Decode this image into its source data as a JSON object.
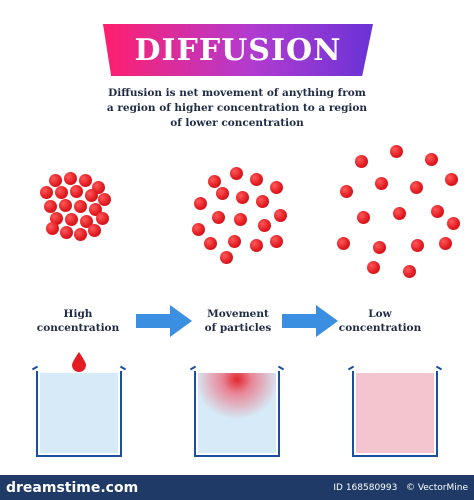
{
  "header": {
    "title": "DIFFUSION",
    "description_lines": [
      "Diffusion is net movement of anything from",
      "a region of higher concentration to a region",
      "of lower concentration"
    ]
  },
  "stages": [
    {
      "label_lines": [
        "High",
        "concentration"
      ]
    },
    {
      "label_lines": [
        "Movement",
        "of particles"
      ]
    },
    {
      "label_lines": [
        "Low",
        "concentration"
      ]
    }
  ],
  "colors": {
    "particle": "#e21c22",
    "arrow": "#3b8fe0",
    "beaker": "#1c4fa0",
    "water": "#d6ebf7",
    "mixed": "#f3c6cf"
  },
  "footer": {
    "brand": "dreamstime.com",
    "id_text": "ID 168580993",
    "credit": "© VectorMine"
  }
}
